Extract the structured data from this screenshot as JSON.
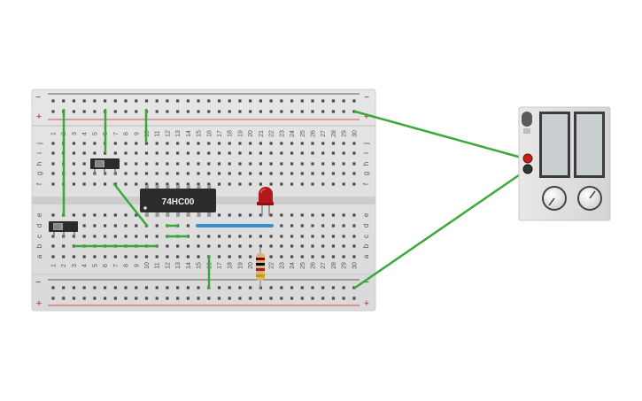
{
  "breadboard": {
    "columns": [
      "1",
      "2",
      "3",
      "4",
      "5",
      "6",
      "7",
      "8",
      "9",
      "10",
      "11",
      "12",
      "13",
      "14",
      "15",
      "16",
      "17",
      "18",
      "19",
      "20",
      "21",
      "22",
      "23",
      "24",
      "25",
      "26",
      "27",
      "28",
      "29",
      "30"
    ],
    "top_rows": [
      "j",
      "i",
      "h",
      "g",
      "f"
    ],
    "bottom_rows": [
      "e",
      "d",
      "c",
      "b",
      "a"
    ],
    "rail_minus": "−",
    "rail_plus": "+"
  },
  "chip": {
    "label": "74HC00",
    "color": "#2c2c2c"
  },
  "led": {
    "color": "#b3181c"
  },
  "resistor": {
    "bands": [
      "#8b0000",
      "#000000",
      "#a02020",
      "#c8a000"
    ]
  },
  "switches": [
    {
      "id": "switch-1",
      "state": "off"
    },
    {
      "id": "switch-2",
      "state": "off"
    }
  ],
  "power_supply": {
    "displays": [
      "",
      ""
    ],
    "terminals": [
      "positive",
      "negative"
    ]
  },
  "colors": {
    "wire": "#3aa93a",
    "wire_blue": "#3c8ec9",
    "rail_red": "#d22020",
    "rail_black": "#333333"
  }
}
